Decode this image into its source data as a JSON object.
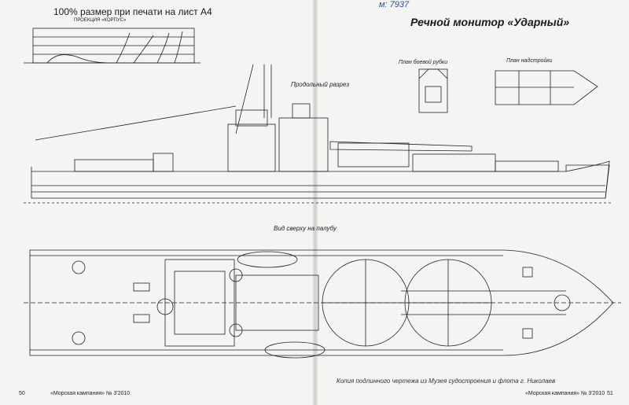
{
  "top_note": "100% размер при печати на лист А4",
  "title": "Речной монитор «Ударный»",
  "stamp": "м: 7937",
  "labels": {
    "projection": "ПРОЕКЦИЯ «КОРПУС»",
    "conning": "План боевой рубки",
    "bridge": "План надстройки",
    "profile": "Продольный разрез",
    "plan": "Вид сверху на палубу"
  },
  "caption": "Копия подлинного чертежа из Музея судостроения и флота г. Николаев",
  "folios": {
    "left_page": "50",
    "left_running": "«Морская кампания» № 3'2010",
    "right_running": "«Морская кампания» № 3'2010",
    "right_page": "51"
  }
}
